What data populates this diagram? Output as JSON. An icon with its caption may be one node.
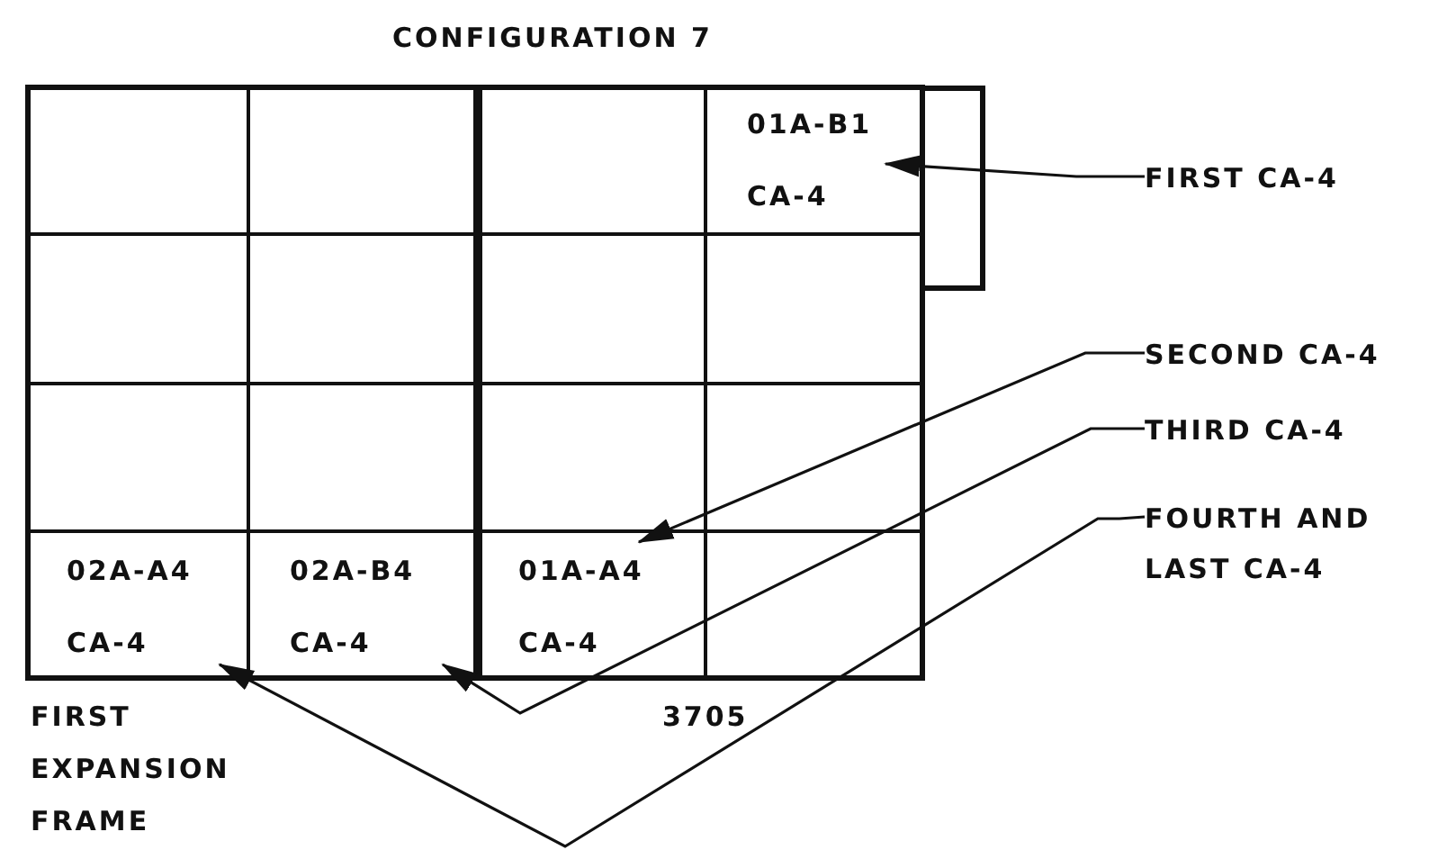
{
  "diagram": {
    "title": "CONFIGURATION 7",
    "nodes": [
      {
        "text": [
          "FIRST EXPANSION FRAME"
        ]
      },
      {
        "text": [
          "3705"
        ]
      },
      {
        "text": [],
        "shape": "box",
        "in": 0
      },
      {
        "text": [],
        "shape": "box",
        "in": 0
      },
      {
        "text": [],
        "shape": "box",
        "in": 1
      },
      {
        "text": [
          "01A-B1",
          "CA-4"
        ],
        "in": 1
      },
      {
        "text": [],
        "shape": "box",
        "in": 0
      },
      {
        "text": [],
        "shape": "box",
        "in": 0
      },
      {
        "text": [],
        "shape": "box",
        "in": 1
      },
      {
        "text": [],
        "shape": "box",
        "in": 1
      },
      {
        "text": [],
        "shape": "box",
        "in": 0
      },
      {
        "text": [],
        "shape": "box",
        "in": 0
      },
      {
        "text": [],
        "shape": "box",
        "in": 1
      },
      {
        "text": [],
        "shape": "box",
        "in": 1
      },
      {
        "text": [
          "02A-A4",
          "CA-4"
        ],
        "in": 0
      },
      {
        "text": [
          "02A-B4",
          "CA-4"
        ],
        "in": 0
      },
      {
        "text": [
          "01A-A4",
          "CA-4"
        ],
        "in": 1
      },
      {
        "text": [],
        "shape": "box",
        "in": 1
      },
      {
        "text": [
          "FIRST CA-4"
        ]
      },
      {
        "text": [
          "SECOND CA-4"
        ]
      },
      {
        "text": [
          "THIRD CA-4"
        ]
      },
      {
        "text": [
          "FOURTH AND LAST CA-4"
        ]
      }
    ],
    "edges": [
      {
        "from": 18,
        "to": 5,
        "arrow": "to"
      },
      {
        "from": 19,
        "to": 16,
        "arrow": "to"
      },
      {
        "from": 20,
        "to": 15,
        "arrow": "to"
      },
      {
        "from": 21,
        "to": 14,
        "arrow": "to"
      }
    ]
  }
}
